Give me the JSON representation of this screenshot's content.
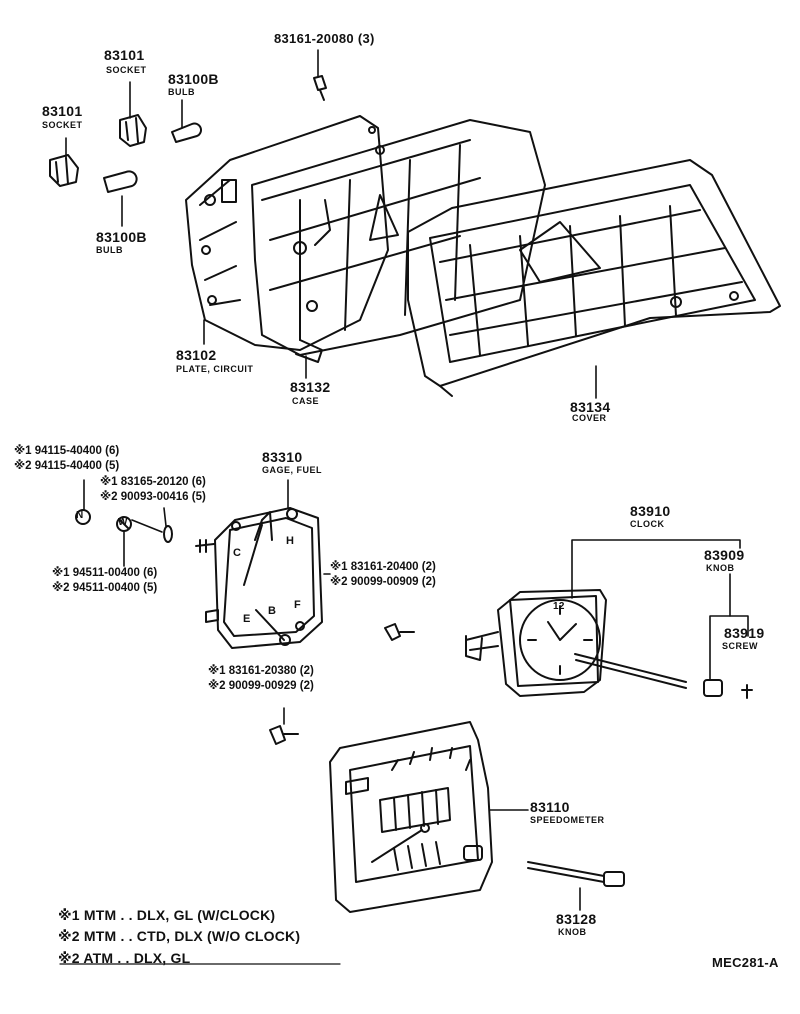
{
  "parts": {
    "socket_upper": {
      "number": "83101",
      "name": "SOCKET"
    },
    "bulb_upper": {
      "number": "83100B",
      "name": "BULB"
    },
    "socket_left": {
      "number": "83101",
      "name": "SOCKET"
    },
    "bulb_lower": {
      "number": "83100B",
      "name": "BULB"
    },
    "screw_top": {
      "number": "83161-20080 (3)"
    },
    "plate": {
      "number": "83102",
      "name": "PLATE, CIRCUIT"
    },
    "case": {
      "number": "83132",
      "name": "CASE"
    },
    "cover": {
      "number": "83134",
      "name": "COVER"
    },
    "fuel_gage": {
      "number": "83310",
      "name": "GAGE, FUEL"
    },
    "clock": {
      "number": "83910",
      "name": "CLOCK"
    },
    "clock_knob": {
      "number": "83909",
      "name": "KNOB"
    },
    "clock_screw": {
      "number": "83919",
      "name": "SCREW"
    },
    "speedometer": {
      "number": "83110",
      "name": "SPEEDOMETER"
    },
    "speedo_knob": {
      "number": "83128",
      "name": "KNOB"
    }
  },
  "variants": {
    "nut_1": "※1 94115-40400 (6)",
    "nut_2": "※2 94115-40400 (5)",
    "wash_1": "※1 83165-20120 (6)",
    "wash_2": "※2 90093-00416 (5)",
    "lock_1": "※1 94511-00400 (6)",
    "lock_2": "※2 94511-00400 (5)",
    "screwr_1": "※1 83161-20400 (2)",
    "screwr_2": "※2 90099-00909 (2)",
    "screwb_1": "※1 83161-20380 (2)",
    "screwb_2": "※2 90099-00929 (2)"
  },
  "gauge_letters": {
    "c": "C",
    "h": "H",
    "e": "E",
    "b": "B",
    "f": "F"
  },
  "clock_numeral": "12",
  "footnotes": [
    "※1 MTM . . DLX, GL (W/CLOCK)",
    "※2 MTM . . CTD, DLX (W/O CLOCK)",
    "※2 ATM . . DLX, GL"
  ],
  "code": "MEC281-A"
}
